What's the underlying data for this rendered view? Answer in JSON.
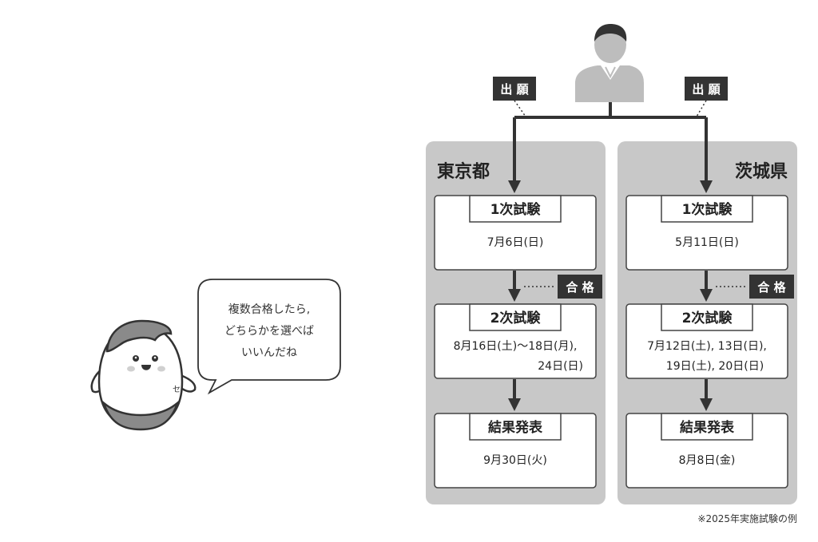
{
  "colors": {
    "panel": "#c8c8c8",
    "dark": "#333333",
    "box_border": "#444444",
    "person": "#bdbdbd",
    "mascot_body": "#ffffff",
    "mascot_hair": "#8a8a8a"
  },
  "apply_label": "出 願",
  "pass_label": "合 格",
  "speech": {
    "line1": "複数合格したら,",
    "line2": "どちらかを選べば",
    "line3": "いいんだね"
  },
  "tokyo": {
    "title": "東京都",
    "step1": {
      "label": "1次試験",
      "date": "7月6日(日)"
    },
    "step2": {
      "label": "2次試験",
      "date_line1": "8月16日(土)〜18日(月),",
      "date_line2": "24日(日)"
    },
    "step3": {
      "label": "結果発表",
      "date": "9月30日(火)"
    }
  },
  "ibaraki": {
    "title": "茨城県",
    "step1": {
      "label": "1次試験",
      "date": "5月11日(日)"
    },
    "step2": {
      "label": "2次試験",
      "date_line1": "7月12日(土), 13日(日),",
      "date_line2": "19日(土), 20日(日)"
    },
    "step3": {
      "label": "結果発表",
      "date": "8月8日(金)"
    }
  },
  "footnote": "※2025年実施試験の例"
}
